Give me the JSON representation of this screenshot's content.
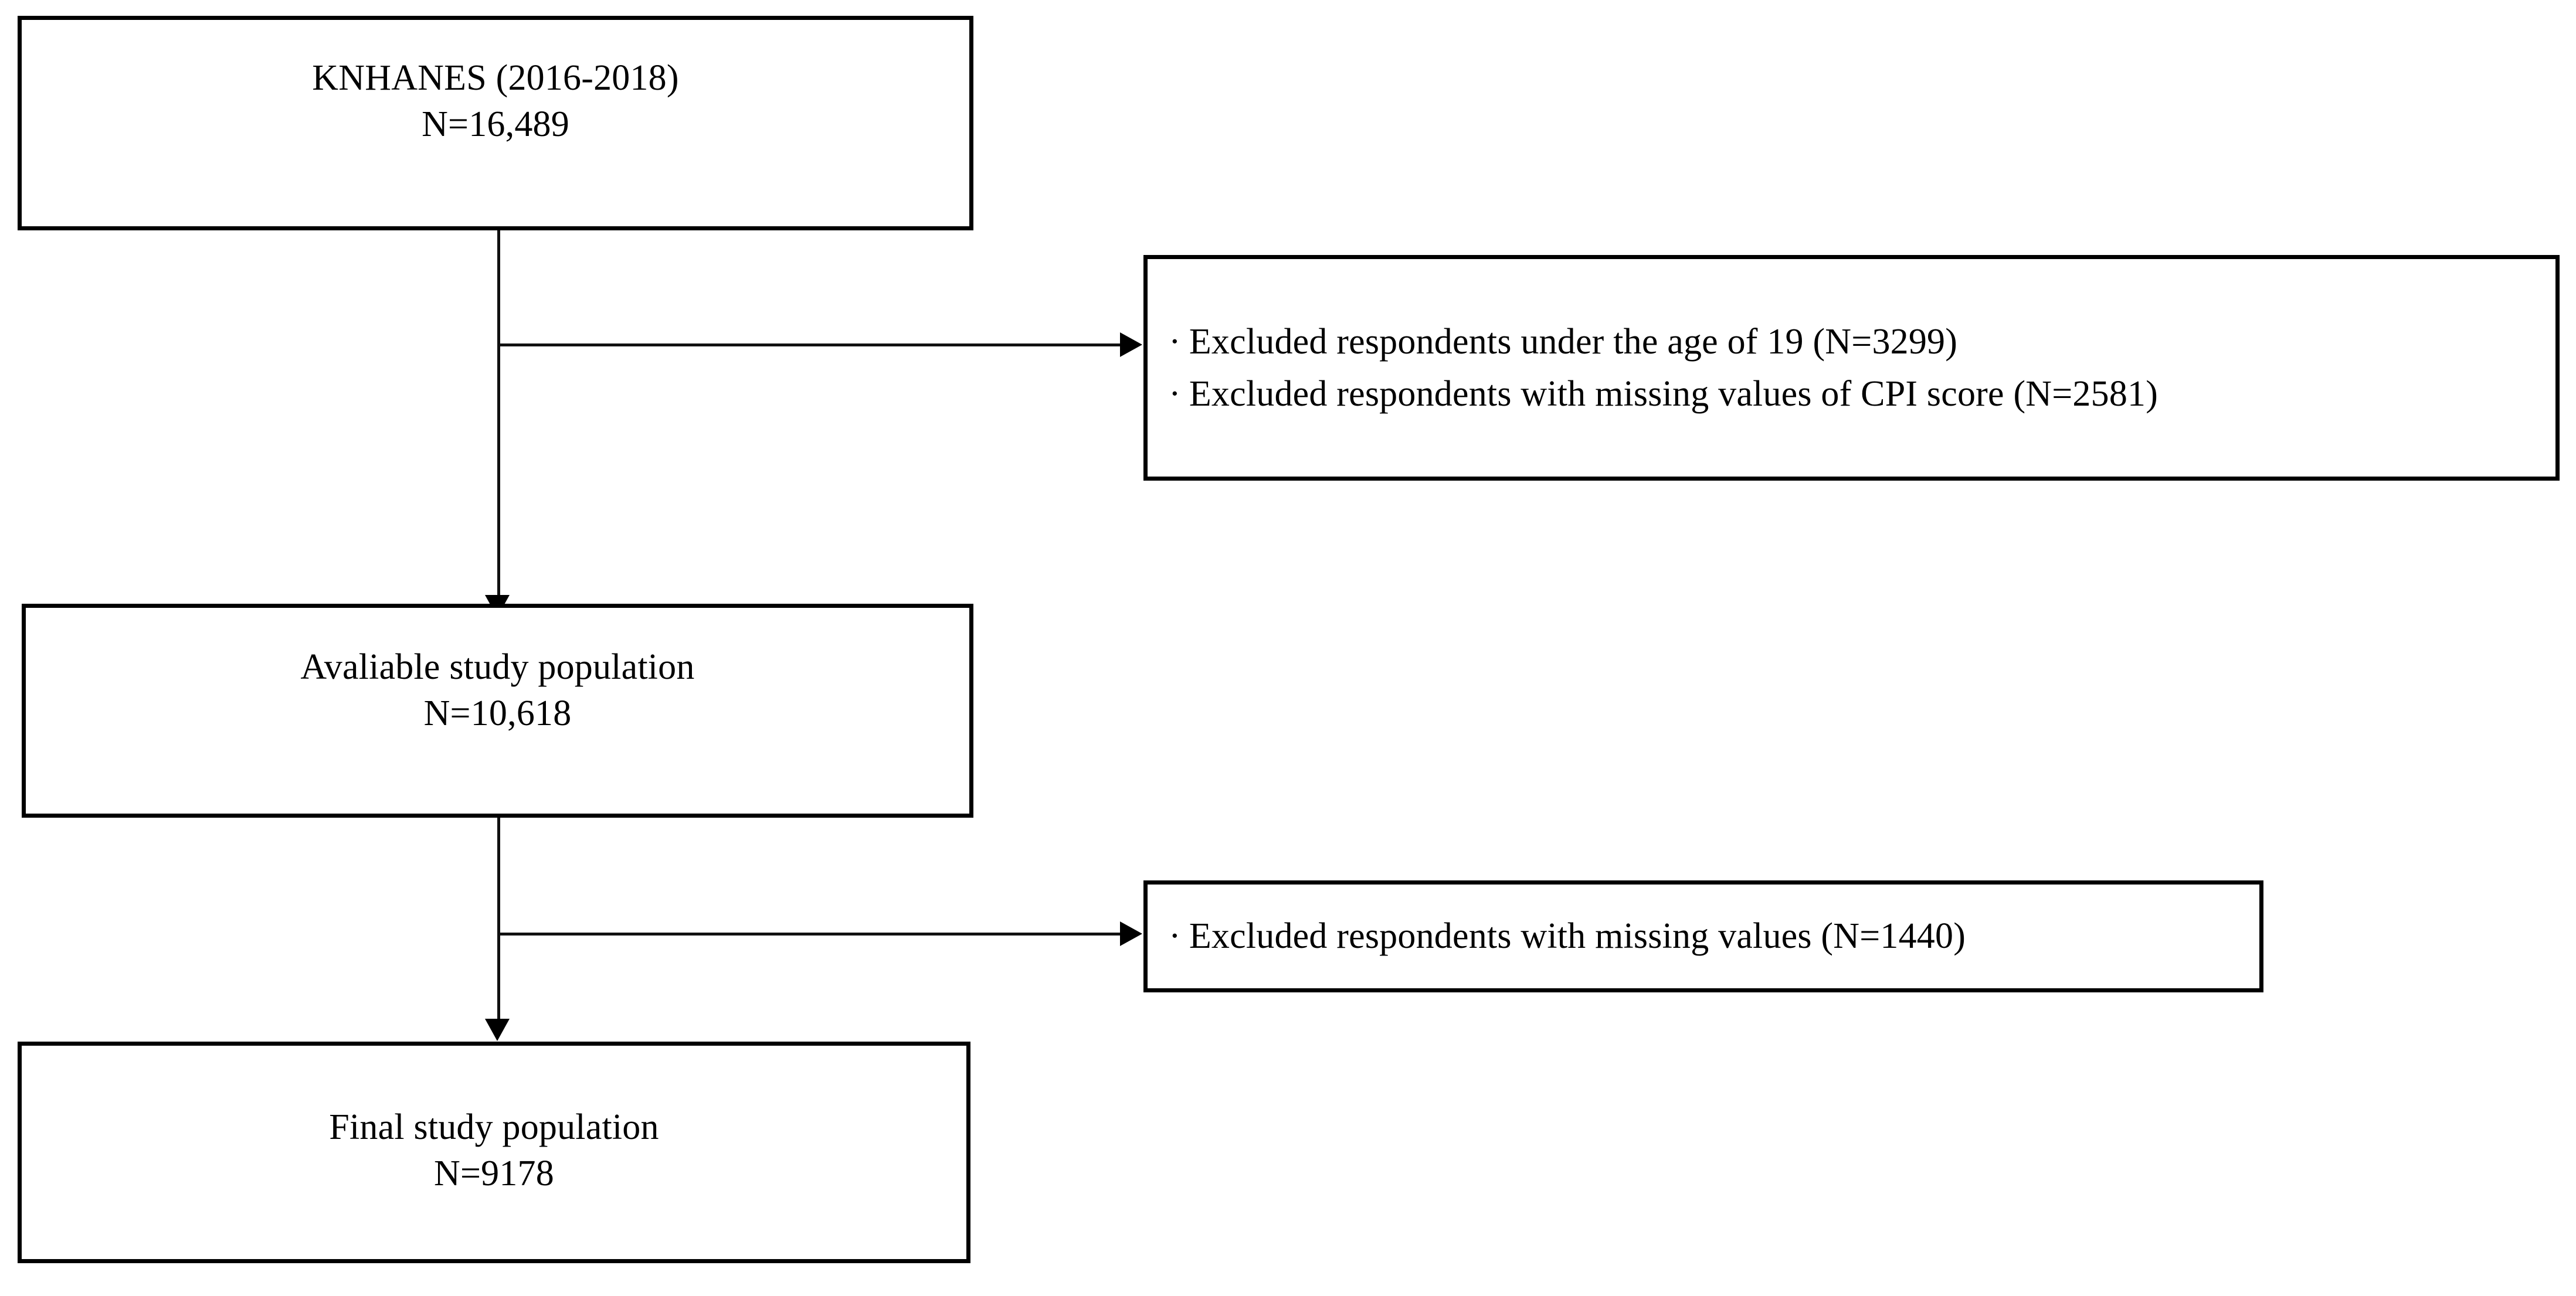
{
  "diagram": {
    "type": "study-population-flowchart",
    "nodes": {
      "source_cohort": {
        "title": "KNHANES (2016-2018)",
        "count_label": "N=16,489"
      },
      "available_population": {
        "title": "Avaliable study population",
        "count_label": "N=10,618"
      },
      "final_population": {
        "title": "Final study population",
        "count_label": "N=9178"
      }
    },
    "exclusions": {
      "stage_1": {
        "bullet": "·",
        "items": [
          "Excluded respondents under the age of 19 (N=3299)",
          "Excluded respondents with missing values of CPI score (N=2581)"
        ]
      },
      "stage_2": {
        "bullet": "·",
        "items": [
          "Excluded respondents with missing values (N=1440)"
        ]
      }
    },
    "colors": {
      "stroke": "#000000",
      "connector": "#111111",
      "background": "#ffffff"
    }
  }
}
